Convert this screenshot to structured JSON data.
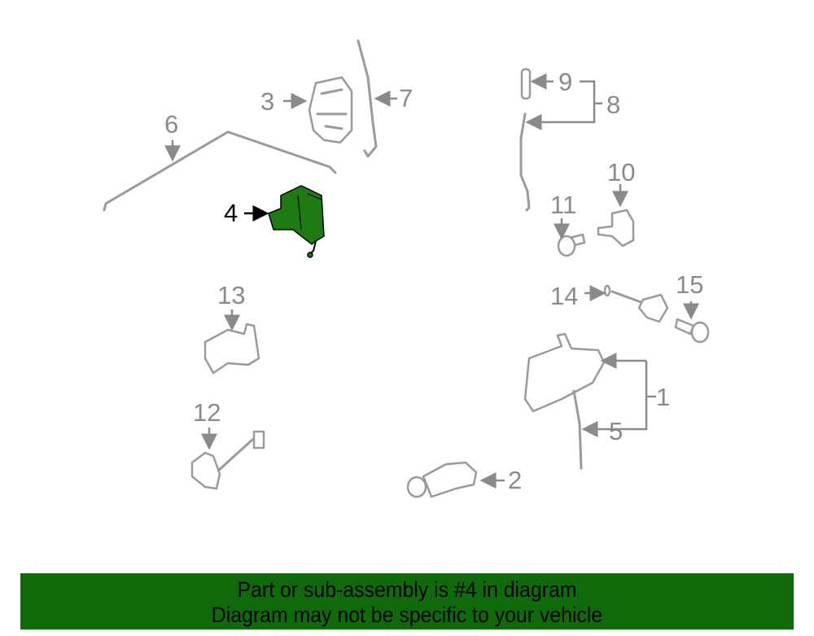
{
  "diagram": {
    "highlighted_part": "4",
    "highlight_color": "#1e7a12",
    "callouts": [
      "1",
      "2",
      "3",
      "4",
      "5",
      "6",
      "7",
      "8",
      "9",
      "10",
      "11",
      "12",
      "13",
      "14",
      "15"
    ]
  },
  "banner": {
    "line1": "Part or sub-assembly is #4 in diagram",
    "line2": "Diagram may not be specific to your vehicle",
    "background": "#0f6a0a"
  }
}
